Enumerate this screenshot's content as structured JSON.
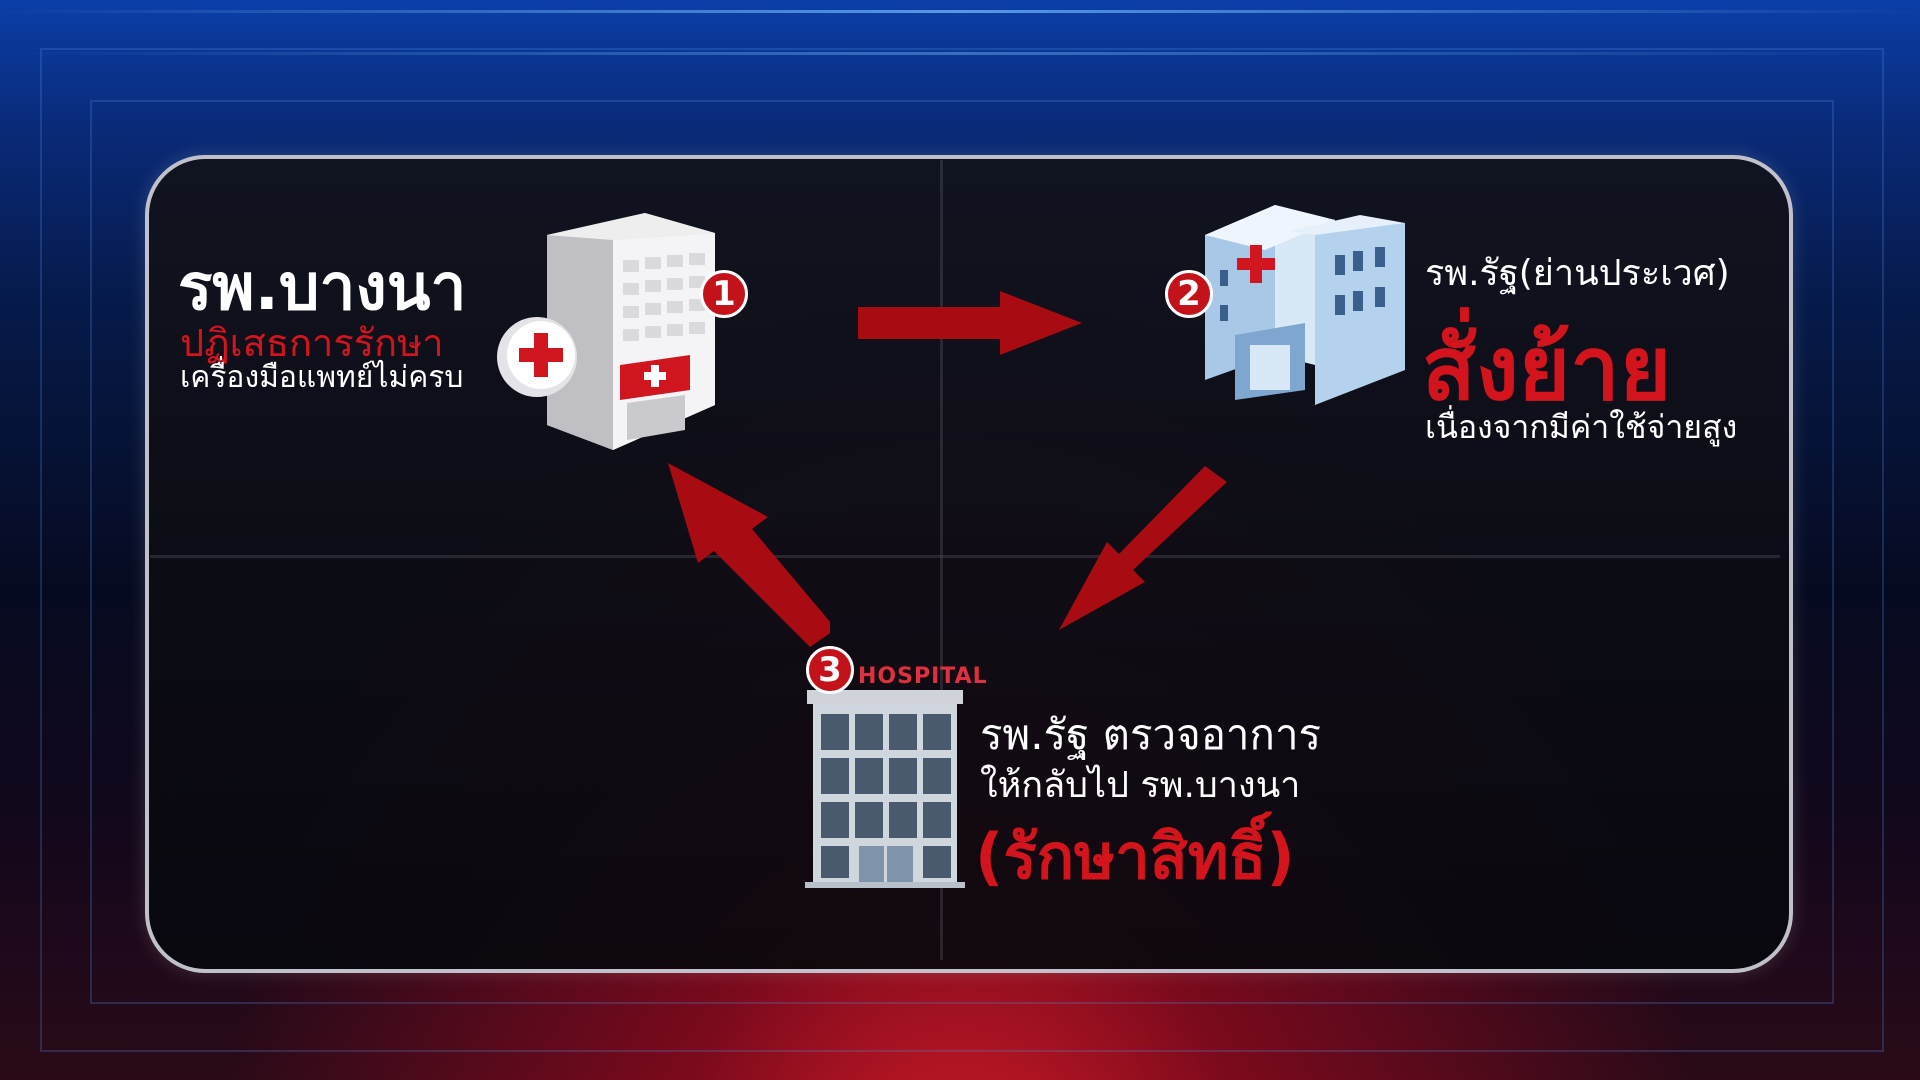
{
  "step1": {
    "badge": "1",
    "title": "รพ.บางนา",
    "subtitle": "ปฏิเสธการรักษา",
    "note": "เครื่องมือแพทย์ไม่ครบ"
  },
  "step2": {
    "badge": "2",
    "title": "รพ.รัฐ(ย่านประเวศ)",
    "action": "สั่งย้าย",
    "note": "เนื่องจากมีค่าใช้จ่ายสูง"
  },
  "step3": {
    "badge": "3",
    "sign": "HOSPITAL",
    "line1": "รพ.รัฐ ตรวจอาการ",
    "line2": "ให้กลับไป รพ.บางนา",
    "emphasis": "(รักษาสิทธิ์)"
  },
  "colors": {
    "accent_red": "#d4141c",
    "text_white": "#ffffff"
  }
}
